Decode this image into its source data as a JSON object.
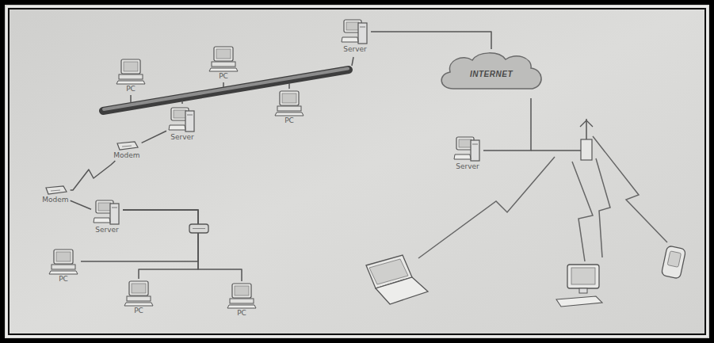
{
  "diagram": {
    "nodes": [
      {
        "text": [
          "PC"
        ]
      },
      {
        "text": [
          "PC"
        ]
      },
      {
        "text": [
          "Server"
        ]
      },
      {
        "text": [
          "INTERNET"
        ]
      },
      {
        "text": [
          "PC"
        ]
      },
      {
        "text": [
          "Server"
        ]
      },
      {
        "text": [
          "Modem"
        ]
      },
      {
        "text": [
          "Server"
        ]
      },
      {
        "text": [
          "Modem"
        ]
      },
      {
        "text": [
          "Server"
        ]
      },
      {
        "text": [
          "PC"
        ]
      },
      {
        "text": [
          "PC"
        ]
      },
      {
        "text": [
          "PC"
        ]
      }
    ],
    "edges": [
      {
        "from": 2,
        "to": 3,
        "arrow": "none"
      },
      {
        "from": 3,
        "to": 7,
        "arrow": "none"
      },
      {
        "from": 5,
        "to": 6,
        "arrow": "none"
      },
      {
        "from": 6,
        "to": 8,
        "arrow": "none"
      },
      {
        "from": 8,
        "to": 9,
        "arrow": "none"
      },
      {
        "from": 9,
        "to": 10,
        "arrow": "none"
      },
      {
        "from": 9,
        "to": 11,
        "arrow": "none"
      },
      {
        "from": 9,
        "to": 12,
        "arrow": "none"
      }
    ]
  }
}
